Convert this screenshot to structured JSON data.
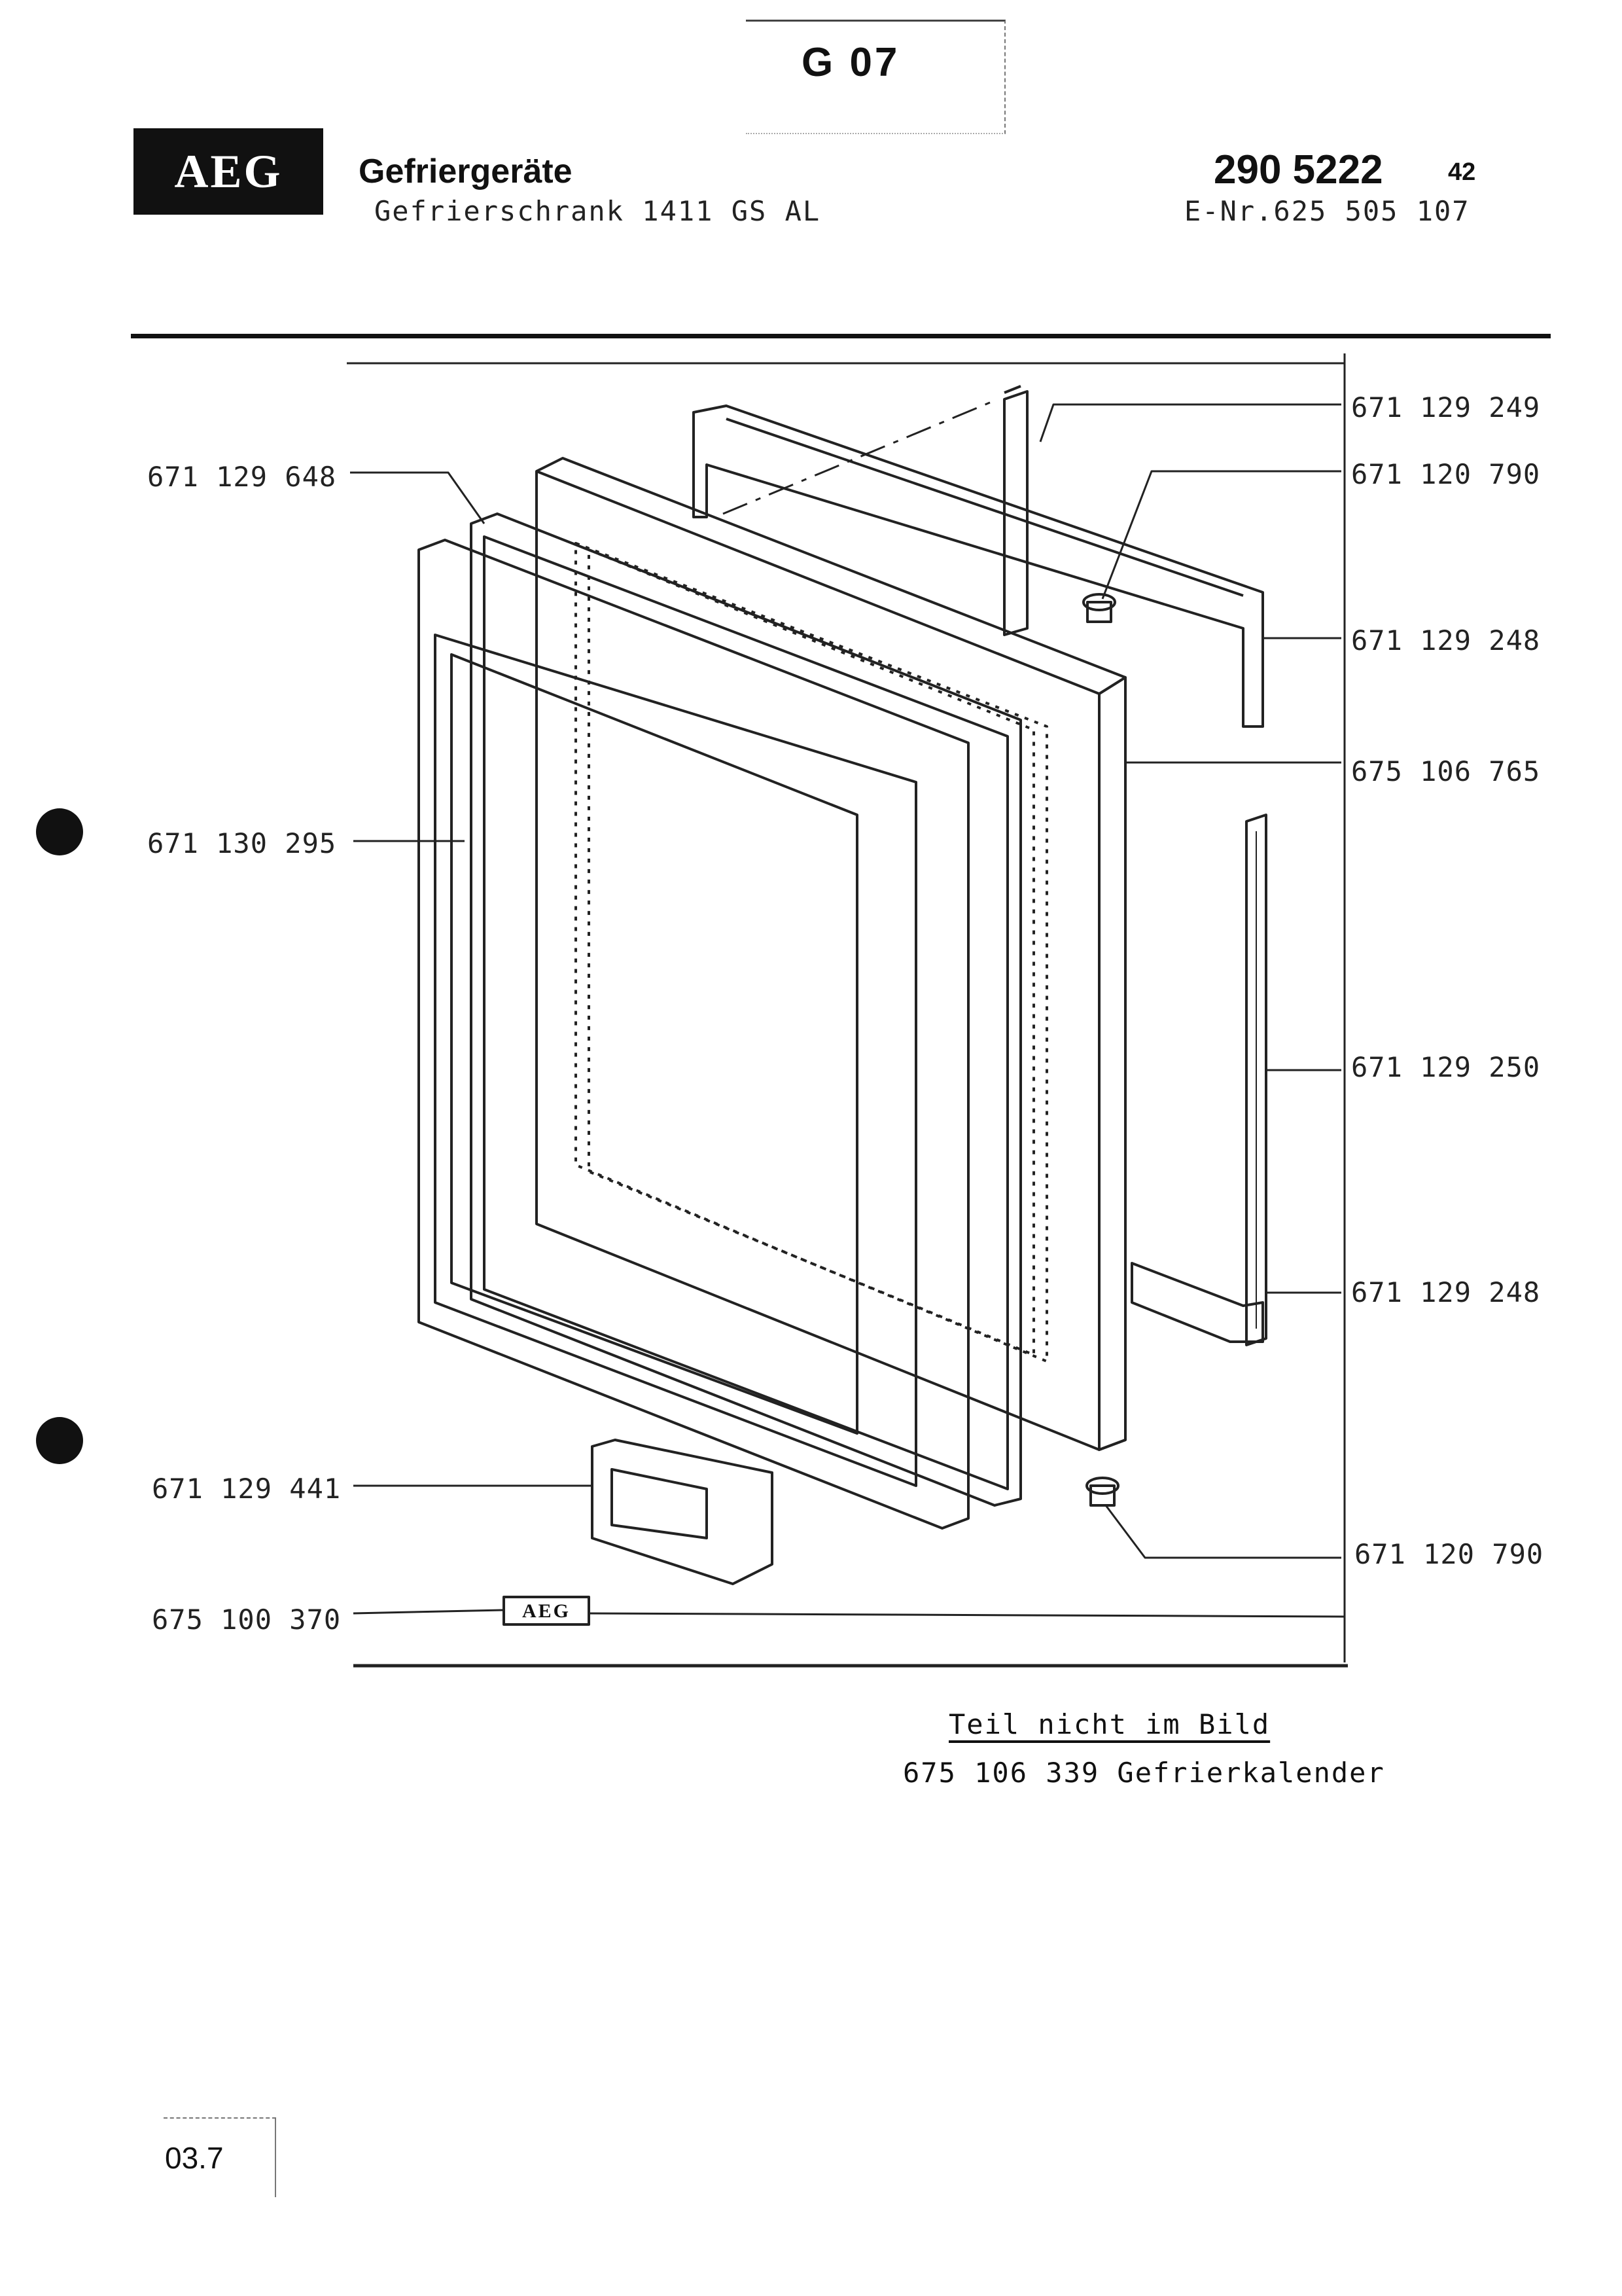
{
  "header": {
    "section_code": "G 07",
    "brand": "AEG",
    "category": "Gefriergeräte",
    "model": "Gefrierschrank 1411 GS AL",
    "document_number": "290 5222",
    "document_suffix": "42",
    "e_number": "E-Nr.625 505 107"
  },
  "parts": [
    {
      "id": "p1",
      "number": "671 129 249"
    },
    {
      "id": "p2",
      "number": "671 120 790"
    },
    {
      "id": "p3",
      "number": "671 129 648"
    },
    {
      "id": "p4",
      "number": "671 129 248"
    },
    {
      "id": "p5",
      "number": "675 106 765"
    },
    {
      "id": "p6",
      "number": "671 130 295"
    },
    {
      "id": "p7",
      "number": "671 129 250"
    },
    {
      "id": "p8",
      "number": "671 129  248"
    },
    {
      "id": "p9",
      "number": "671 129 441"
    },
    {
      "id": "p10",
      "number": "671 120 790"
    },
    {
      "id": "p11",
      "number": "675 100 370"
    }
  ],
  "nameplate_text": "AEG",
  "footer": {
    "not_shown_title": "Teil nicht im Bild",
    "not_shown_item": "675 106 339  Gefrierkalender"
  },
  "revision": "03.7"
}
